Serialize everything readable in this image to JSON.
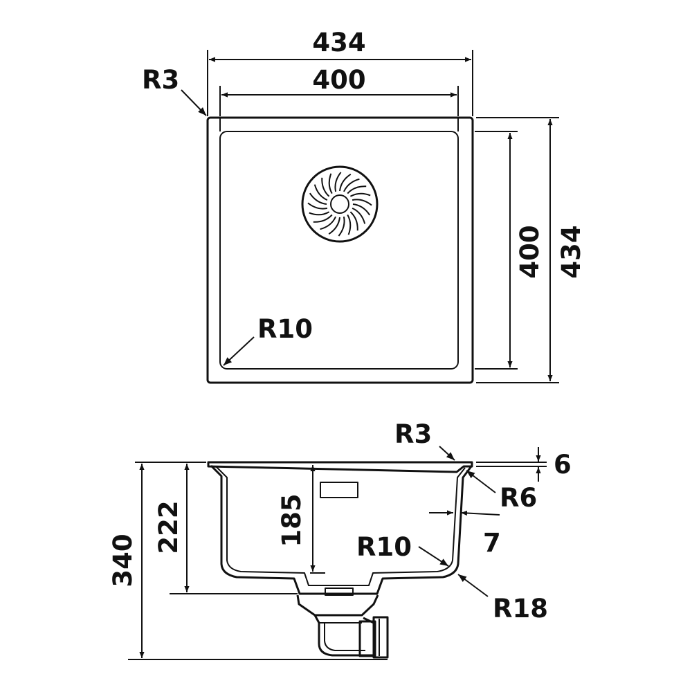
{
  "top_view": {
    "outer_width": "434",
    "inner_width": "400",
    "inner_height": "400",
    "outer_height": "434",
    "corner_radius_outer": "R3",
    "corner_radius_inner": "R10"
  },
  "side_view": {
    "rim_radius": "R3",
    "rim_thickness": "6",
    "rim_inner_radius": "R6",
    "wall_thickness": "7",
    "bowl_depth": "185",
    "depth_with_drain": "222",
    "total_height": "340",
    "bottom_radius_inner": "R10",
    "bottom_radius_outer": "R18"
  },
  "colors": {
    "line": "#111111",
    "background": "#ffffff"
  }
}
